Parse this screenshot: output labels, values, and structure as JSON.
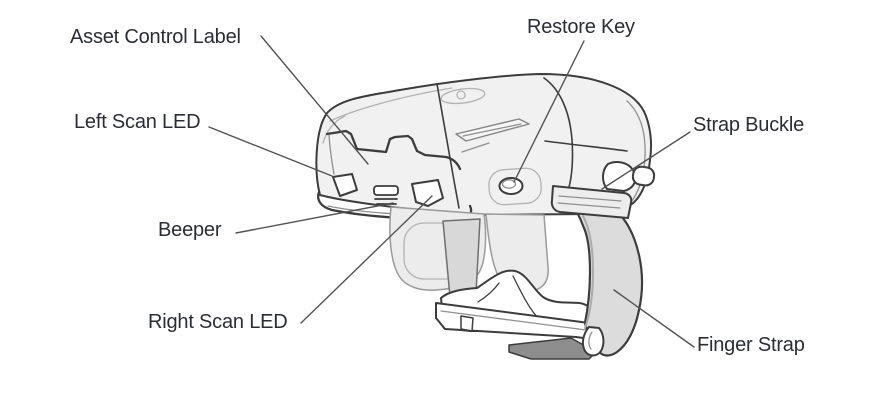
{
  "diagram": {
    "callouts": [
      {
        "id": "asset-control-label",
        "text": "Asset Control Label"
      },
      {
        "id": "left-scan-led",
        "text": "Left Scan LED"
      },
      {
        "id": "beeper",
        "text": "Beeper"
      },
      {
        "id": "right-scan-led",
        "text": "Right Scan LED"
      },
      {
        "id": "restore-key",
        "text": "Restore Key"
      },
      {
        "id": "strap-buckle",
        "text": "Strap Buckle"
      },
      {
        "id": "finger-strap",
        "text": "Finger Strap"
      }
    ],
    "colors": {
      "background": "#ffffff",
      "outline": "#3c3c3c",
      "label_text": "#2a2d35",
      "leader_line": "#505356",
      "body_fill": "#f1f1f1",
      "strap_fill": "#dcdcdc",
      "strip_fill": "#d8d8d8",
      "pad_fill": "#8d8d8d",
      "window_fill": "#ffffff"
    }
  }
}
